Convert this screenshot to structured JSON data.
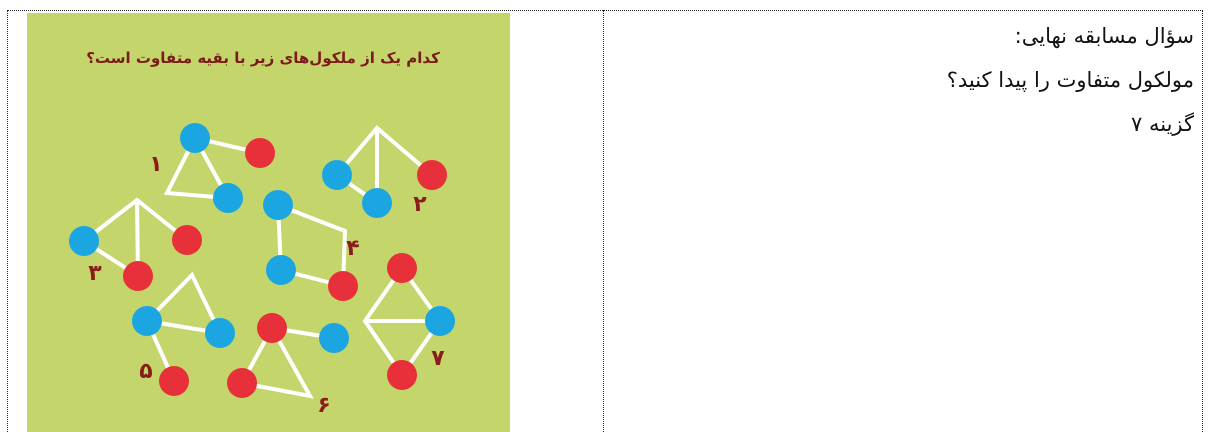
{
  "puzzle": {
    "title": "کدام یک از ملکول‌های زیر با بقیه متفاوت است؟",
    "numbers": [
      "۱",
      "۲",
      "۳",
      "۴",
      "۵",
      "۶",
      "۷"
    ],
    "colors": {
      "background": "#c4d66b",
      "blue": "#1ba6e2",
      "red": "#e8303a",
      "bond": "#ffffff",
      "title": "#7a1a1a",
      "number": "#8a1c1c"
    }
  },
  "question": {
    "heading": "سؤال مسابقه نهایی:",
    "prompt": "مولکول متفاوت را پیدا کنید؟",
    "answer": "گزینه ۷"
  }
}
